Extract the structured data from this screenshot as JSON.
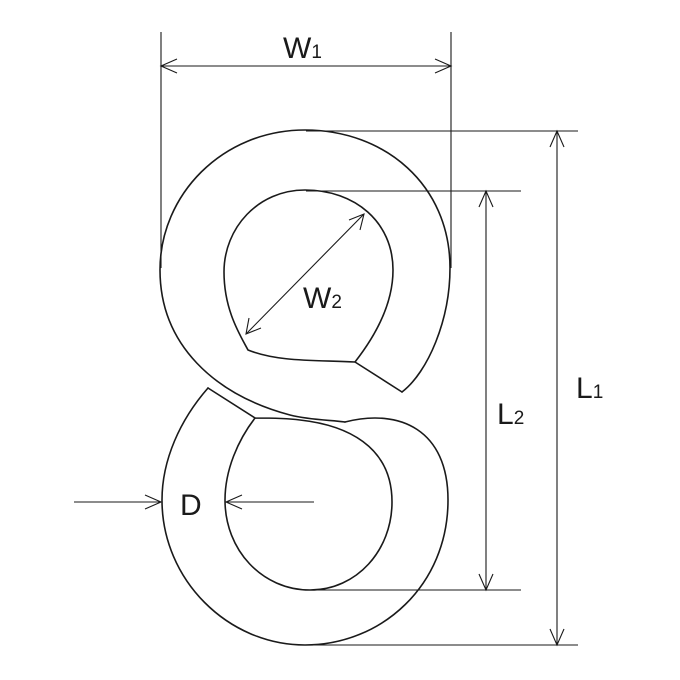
{
  "labels": {
    "w1": {
      "main": "W",
      "sub": "1"
    },
    "w2": {
      "main": "W",
      "sub": "2"
    },
    "l1": {
      "main": "L",
      "sub": "1"
    },
    "l2": {
      "main": "L",
      "sub": "2"
    },
    "d": {
      "main": "D"
    }
  },
  "colors": {
    "stroke": "#1a1a1a",
    "background": "#ffffff"
  }
}
